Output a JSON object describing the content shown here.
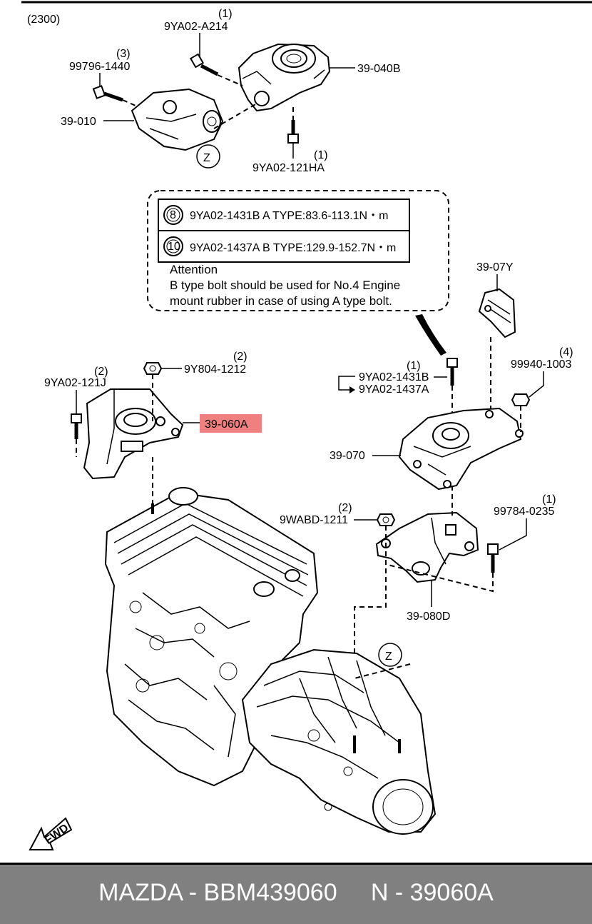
{
  "diagram_id": "(2300)",
  "callouts": {
    "p9YA02_A214": {
      "qty": "(1)",
      "part": "9YA02-A214"
    },
    "p99796_1440": {
      "qty": "(3)",
      "part": "99796-1440"
    },
    "p39_040B": {
      "part": "39-040B"
    },
    "p39_010": {
      "part": "39-010"
    },
    "p9YA02_121HA": {
      "qty": "(1)",
      "part": "9YA02-121HA"
    },
    "p39_07Y": {
      "part": "39-07Y"
    },
    "p9Y804_1212": {
      "qty": "(2)",
      "part": "9Y804-1212"
    },
    "p9YA02_121J": {
      "qty": "(2)",
      "part": "9YA02-121J"
    },
    "p39_060A": {
      "part": "39-060A"
    },
    "p9YA02_1431B": {
      "qty": "(1)",
      "part": "9YA02-1431B"
    },
    "p9YA02_1437A": {
      "part": "9YA02-1437A"
    },
    "p99940_1003": {
      "qty": "(4)",
      "part": "99940-1003"
    },
    "p39_070": {
      "part": "39-070"
    },
    "p9WABD_1211": {
      "qty": "(2)",
      "part": "9WABD-1211"
    },
    "p99784_0235": {
      "qty": "(1)",
      "part": "99784-0235"
    },
    "p39_080D": {
      "part": "39-080D"
    }
  },
  "zone_marker": "Z",
  "note_box": {
    "row1": {
      "num": "8",
      "text": "9YA02-1431B  A TYPE:83.6-113.1N・m"
    },
    "row2": {
      "num": "10",
      "text": "9YA02-1437A  B TYPE:129.9-152.7N・m"
    },
    "attention_title": "Attention",
    "attention_line1": "B type bolt should be used for No.4 Engine",
    "attention_line2": "mount rubber in case of using A type bolt."
  },
  "fwd_label": "FWD",
  "highlight_color": "#f08080",
  "footer": {
    "text": "MAZDA - BBM439060     N - 39060A",
    "bg_color": "#808080"
  }
}
